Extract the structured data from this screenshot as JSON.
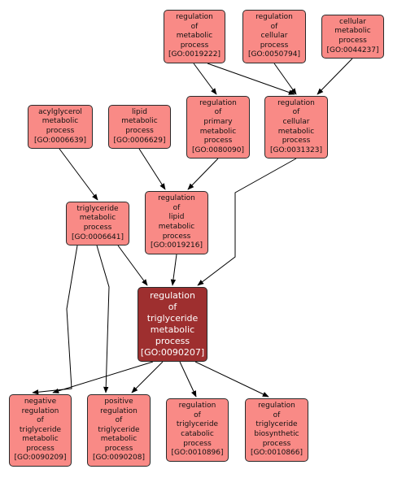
{
  "colors": {
    "node_fill": "#f98a86",
    "focus_fill": "#9e2f2f",
    "border": "#2a2a2a",
    "edge": "#000000"
  },
  "nodes": {
    "go0019222": {
      "lines": [
        "regulation",
        "of",
        "metabolic",
        "process",
        "[GO:0019222]"
      ]
    },
    "go0050794": {
      "lines": [
        "regulation",
        "of",
        "cellular",
        "process",
        "[GO:0050794]"
      ]
    },
    "go0044237": {
      "lines": [
        "cellular",
        "metabolic",
        "process",
        "[GO:0044237]"
      ]
    },
    "go0006639": {
      "lines": [
        "acylglycerol",
        "metabolic",
        "process",
        "[GO:0006639]"
      ]
    },
    "go0006629": {
      "lines": [
        "lipid",
        "metabolic",
        "process",
        "[GO:0006629]"
      ]
    },
    "go0080090": {
      "lines": [
        "regulation",
        "of",
        "primary",
        "metabolic",
        "process",
        "[GO:0080090]"
      ]
    },
    "go0031323": {
      "lines": [
        "regulation",
        "of",
        "cellular",
        "metabolic",
        "process",
        "[GO:0031323]"
      ]
    },
    "go0006641": {
      "lines": [
        "triglyceride",
        "metabolic",
        "process",
        "[GO:0006641]"
      ]
    },
    "go0019216": {
      "lines": [
        "regulation",
        "of",
        "lipid",
        "metabolic",
        "process",
        "[GO:0019216]"
      ]
    },
    "go0090207": {
      "lines": [
        "regulation",
        "of",
        "triglyceride",
        "metabolic",
        "process",
        "[GO:0090207]"
      ]
    },
    "go0090209": {
      "lines": [
        "negative",
        "regulation",
        "of",
        "triglyceride",
        "metabolic",
        "process",
        "[GO:0090209]"
      ]
    },
    "go0090208": {
      "lines": [
        "positive",
        "regulation",
        "of",
        "triglyceride",
        "metabolic",
        "process",
        "[GO:0090208]"
      ]
    },
    "go0010896": {
      "lines": [
        "regulation",
        "of",
        "triglyceride",
        "catabolic",
        "process",
        "[GO:0010896]"
      ]
    },
    "go0010866": {
      "lines": [
        "regulation",
        "of",
        "triglyceride",
        "biosynthetic",
        "process",
        "[GO:0010866]"
      ]
    }
  }
}
